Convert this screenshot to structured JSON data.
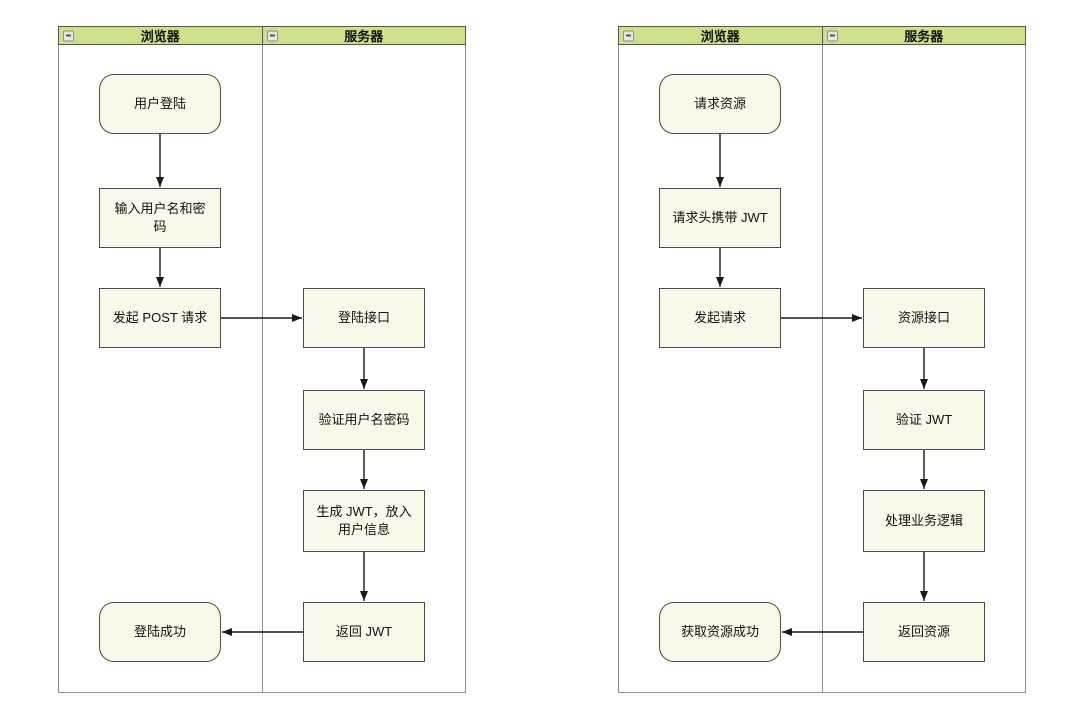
{
  "colors": {
    "lane_header_bg": "#cde08a",
    "lane_border": "#8f8f8f",
    "node_fill": "#faf8e8",
    "node_border": "#4d4d4d",
    "arrow": "#1a1a1a"
  },
  "diagrams": [
    {
      "lanes": [
        {
          "label": "浏览器"
        },
        {
          "label": "服务器"
        }
      ],
      "nodes": [
        {
          "label": "用户登陆",
          "shape": "rounded"
        },
        {
          "label": "输入用户名和密码",
          "shape": "rect"
        },
        {
          "label": "发起 POST 请求",
          "shape": "rect"
        },
        {
          "label": "登陆接口",
          "shape": "rect"
        },
        {
          "label": "验证用户名密码",
          "shape": "rect"
        },
        {
          "label": "生成 JWT，放入用户信息",
          "shape": "rect"
        },
        {
          "label": "返回 JWT",
          "shape": "rect"
        },
        {
          "label": "登陆成功",
          "shape": "rounded"
        }
      ]
    },
    {
      "lanes": [
        {
          "label": "浏览器"
        },
        {
          "label": "服务器"
        }
      ],
      "nodes": [
        {
          "label": "请求资源",
          "shape": "rounded"
        },
        {
          "label": "请求头携带 JWT",
          "shape": "rect"
        },
        {
          "label": "发起请求",
          "shape": "rect"
        },
        {
          "label": "资源接口",
          "shape": "rect"
        },
        {
          "label": "验证 JWT",
          "shape": "rect"
        },
        {
          "label": "处理业务逻辑",
          "shape": "rect"
        },
        {
          "label": "返回资源",
          "shape": "rect"
        },
        {
          "label": "获取资源成功",
          "shape": "rounded"
        }
      ]
    }
  ]
}
